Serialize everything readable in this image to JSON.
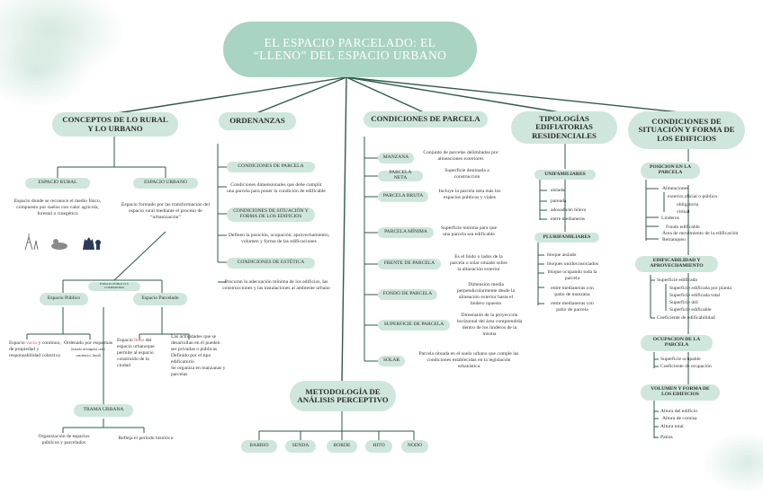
{
  "title": "EL ESPACIO PARCELADO: EL “LLENO” DEL ESPACIO URBANO",
  "colors": {
    "pill": "#cfe6dc",
    "title_pill": "#a9d3c3",
    "line": "#2f5a4c",
    "accent": "#c45d5d"
  },
  "col1": {
    "header": "CONCEPTOS DE LO RURAL Y LO URBANO",
    "rural": {
      "label": "ESPACIO RURAL",
      "text": "Espacio donde se reconoce el medio físico, compuesto por suelos con valor agrícola, forestal o cinegético"
    },
    "urbano": {
      "label": "ESPACIO URBANO",
      "text": "Espacio formado por las transformación del espacio rural mediante el proceso de “urbanización”"
    },
    "mid_label": "ESPACIO PÚBLICO Y COMPARTIDO",
    "publico": {
      "label": "Espacio Público",
      "text1_a": "Espacio ",
      "text1_b": "vacío",
      "text1_c": " y continuo, de propiedad y responsabilidad colectiva",
      "text2": "Ordenado por esquemas",
      "text2_small": "(trazado rectangular, radio concéntrico, lineal)"
    },
    "parcelado": {
      "label": "Espacio Parcelado",
      "text1_a": "Espacio ",
      "text1_b": "lleno",
      "text1_c": " del espacio urbanoque permite al espacio construido de la ciudad",
      "text2": "Las actividades que se desarrollan en él pueden ser privadas o públicas\nDefinido por el tipo edificatorio\nSe organiza en manzanas y parcelas"
    },
    "trama": {
      "label": "TRAMA URBANA",
      "left": "Organización de espacios públicos y parcelados",
      "right": "Refleja el periodo histórico"
    }
  },
  "col2": {
    "header": "ORDENANZAS",
    "items": [
      {
        "label": "CONDICIONES DE PARCELA",
        "text": "Condiciones dimensionales que debe cumplir una parcela para poner la condición de edificable"
      },
      {
        "label": "CONDICIONES DE SITUACIÓN Y FORMA DE LOS EDIFICIOS",
        "text": "Definen la posición, ocupación, aprovechamiento, volumen y forma de las edificaciones"
      },
      {
        "label": "CONDICIONES DE ESTÉTICA",
        "text": "Procuran la adecuación mínima de los edificios, las construcciones y las instalaciones al ambiente urbano"
      }
    ]
  },
  "col3": {
    "header": "CONDICIONES DE PARCELA",
    "items": [
      {
        "label": "MANZANA",
        "text": "Conjunto de parcelas delimitadas por alineaciones exteriores"
      },
      {
        "label": "PARCELA NETA",
        "text": "Superficie destinada a construcción"
      },
      {
        "label": "PARCELA BRUTA",
        "text": "Incluye la parcela neta más los espacios públicos y viales"
      },
      {
        "label": "PARCELA MÍNIMA",
        "text": "Superficie mínima para que una parcela sea edificable"
      },
      {
        "label": "FRENTE DE PARCELA",
        "text": "Es el lindo o lados de la parcela o solar situado sobre la alineación exterior"
      },
      {
        "label": "FONDO DE PARCELA",
        "text": "Dimensión media perpendicularmente desde la alineación exterior hasta el lindero opuesto"
      },
      {
        "label": "SUPERFICIE DE PARCELA",
        "text": "Dimensión de la proyección horizontal del área comprendida dentro de los linderos de la misma"
      },
      {
        "label": "SOLAR",
        "text": "Parcela situada en el suelo urbano que cumple las condiciones establecidas en la legislación urbanística"
      }
    ]
  },
  "metodologia": {
    "header": "METODOLOGÍA DE ANÁLISIS PERCEPTIVO",
    "items": [
      "BARRIO",
      "SENDA",
      "BORDE",
      "HITO",
      "NODO"
    ]
  },
  "col4": {
    "header": "TIPOLOGÍAS EDIFIATORIAS RESIDENCIALES",
    "uni": {
      "label": "UNIFAMILIARES",
      "items": [
        "aislada",
        "pareada",
        "adosada/en hilera",
        "entre medianeras"
      ]
    },
    "pluri": {
      "label": "PLURIFAMILIARES",
      "items": [
        "bloque aislado",
        "bloques unidos/asociados",
        "bloque ocupando toda la parcela",
        "entre medianeras con patio de manzana",
        "entre medianeras con patio de parcela"
      ]
    }
  },
  "col5": {
    "header": "CONDICIONES DE SITUACIÓN Y FORMA DE LOS EDIFICIOS",
    "posicion": {
      "label": "POSICION EN LA PARCELA",
      "items": [
        "Alineaciones",
        "exterior,oficial o pública",
        "obligatoria",
        "virtual",
        "Linderos",
        "Fondo edificable",
        "Área de movimiento de la edificación",
        "Retranqueo"
      ]
    },
    "edificabilidad": {
      "label": "EDIFICABILIDAD Y APROVECHAMIENTO",
      "items": [
        "Superficie edificada",
        "Superficie edificada por planta",
        "Superficie edificada total",
        "Superficie útil",
        "Superficie edificable",
        "Coeficiente de edificabilidad"
      ]
    },
    "ocupacion": {
      "label": "OCUPACION DE LA PARCELA",
      "items": [
        "Superficie ocupable",
        "Coeficiente de ocupación"
      ]
    },
    "volumen": {
      "label": "VOLUMEN Y FORMA DE LOS EDIFICIOS",
      "items": [
        "Altura del edificio",
        "Altura de cornisa",
        "Altura total",
        "Patios"
      ]
    }
  }
}
